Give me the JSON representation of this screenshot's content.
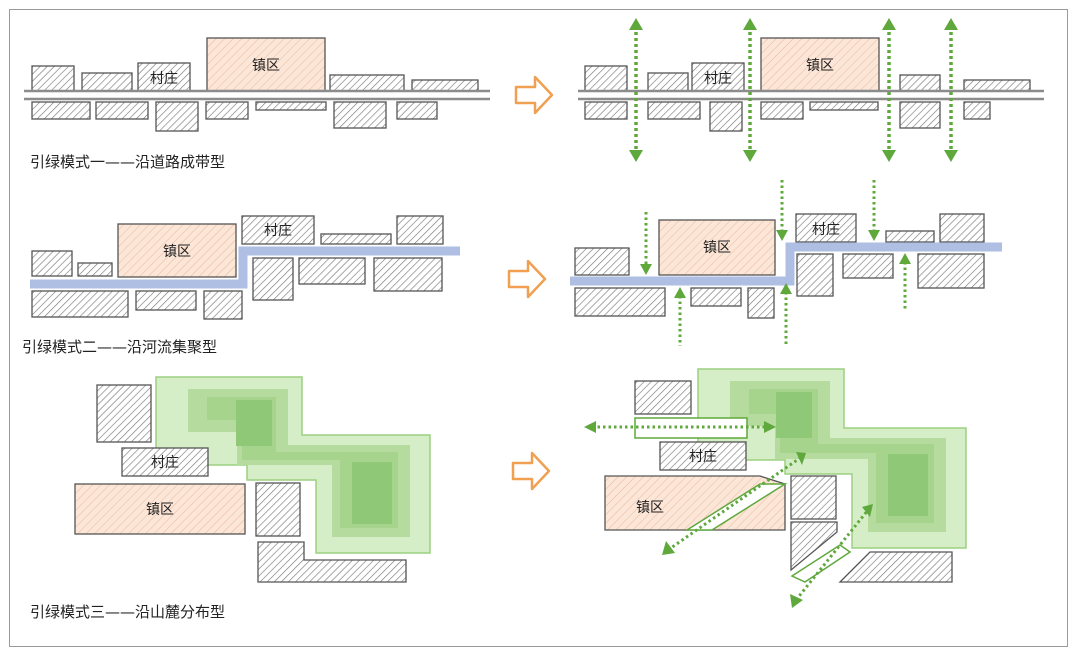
{
  "labels": {
    "town": "镇区",
    "village": "村庄"
  },
  "captions": {
    "mode1": "引绿模式一——沿道路成带型",
    "mode2": "引绿模式二——沿河流集聚型",
    "mode3": "引绿模式三——沿山麓分布型"
  },
  "colors": {
    "town_fill": "#fbe6d8",
    "town_hatch": "#e9b79a",
    "block_hatch": "#7a7a7a",
    "border": "#555555",
    "road": "#8c8c8c",
    "river": "#aebfe3",
    "arrow_orange": "#f0a050",
    "green_outer": "#d6eec8",
    "green_mid": "#b5dc9e",
    "green_inner": "#8fc977",
    "green_line": "#5fa83c"
  },
  "icons": {
    "transform_arrow": "hollow-right-arrow-icon",
    "green_corridor": "dotted-double-arrow-icon"
  }
}
